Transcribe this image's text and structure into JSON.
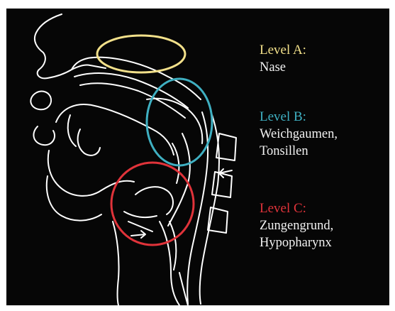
{
  "levels": [
    {
      "key": "A",
      "title": "Level A:",
      "description": "Nase",
      "color": "#f2e08a"
    },
    {
      "key": "B",
      "title": "Level B:",
      "description": "Weichgaumen,\nTonsillen",
      "color": "#3fb0c2"
    },
    {
      "key": "C",
      "title": "Level C:",
      "description": "Zungengrund,\nHypopharynx",
      "color": "#e0333a"
    }
  ],
  "colors": {
    "background": "#060606",
    "line_art": "#ffffff"
  }
}
